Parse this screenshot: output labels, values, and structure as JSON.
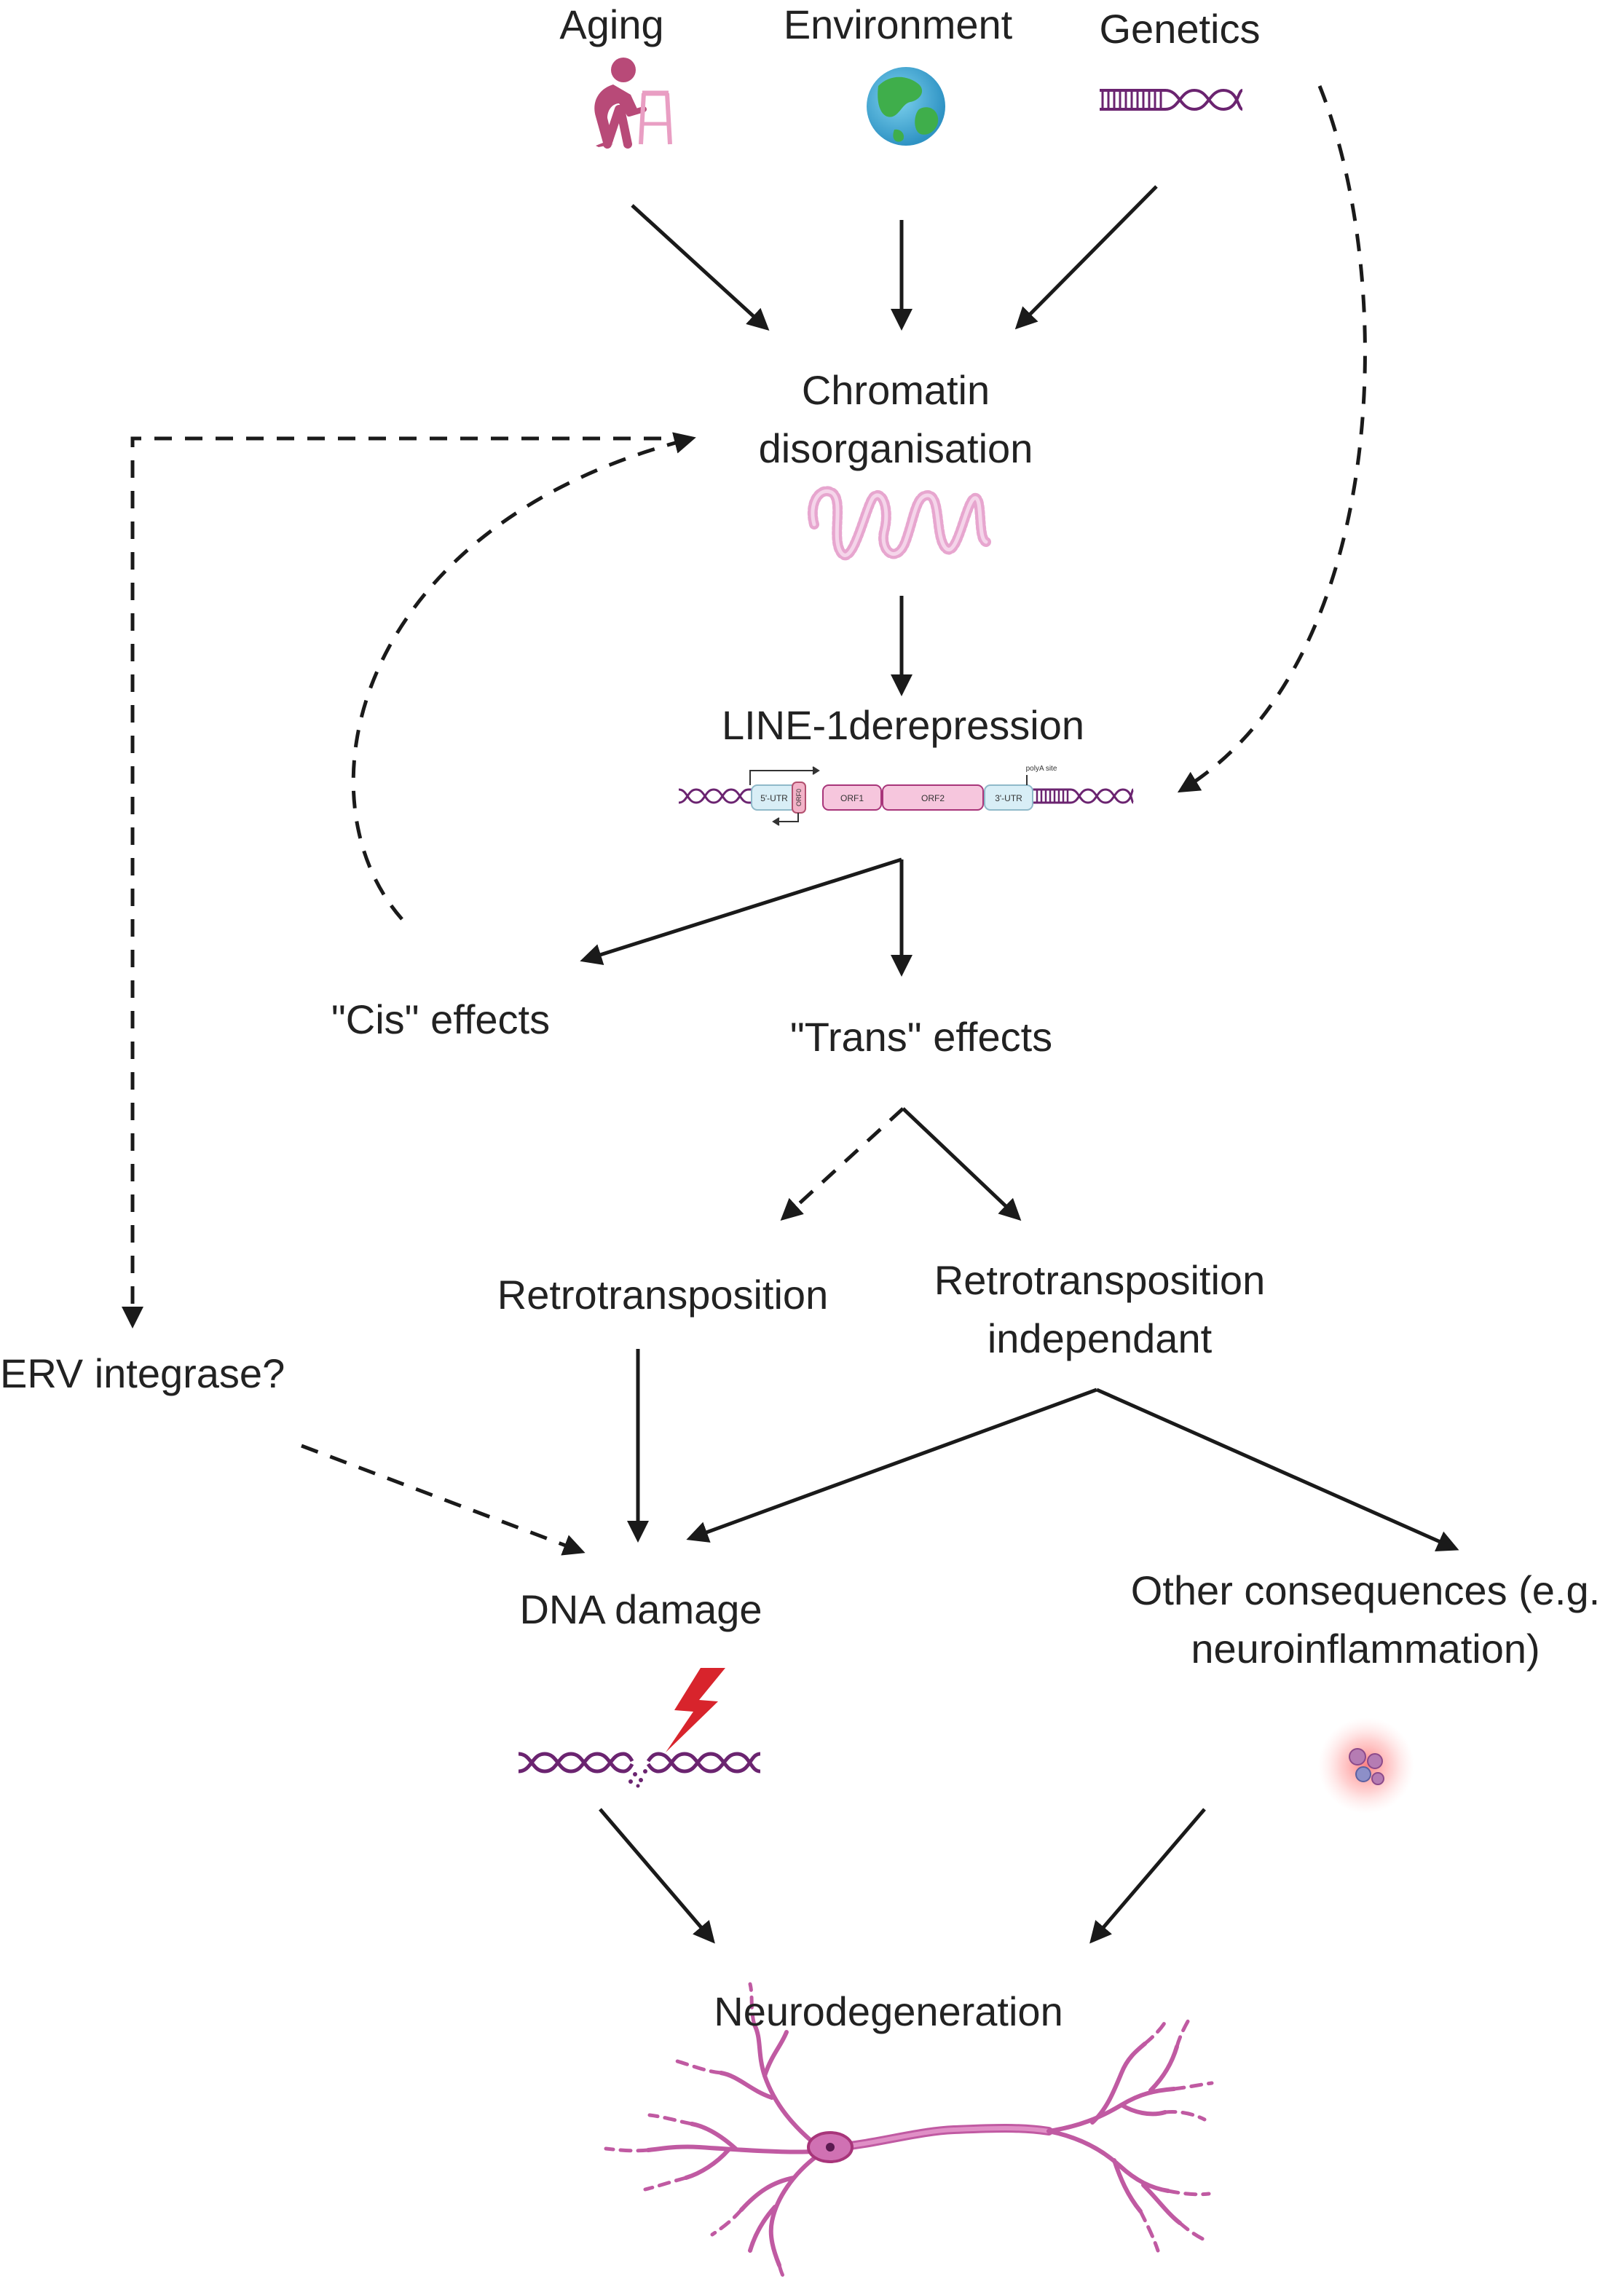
{
  "nodes": {
    "aging": {
      "label": "Aging"
    },
    "environment": {
      "label": "Environment"
    },
    "genetics": {
      "label": "Genetics"
    },
    "chromatin": {
      "line1": "Chromatin",
      "line2": "disorganisation"
    },
    "line1": {
      "label": "LINE-1derepression"
    },
    "cis": {
      "label": "\"Cis\" effects"
    },
    "trans": {
      "label": "\"Trans\" effects"
    },
    "retro": {
      "label": "Retrotransposition"
    },
    "retro_indep": {
      "line1": "Retrotransposition",
      "line2": "independant"
    },
    "erv": {
      "label": "ERV integrase?"
    },
    "dna_damage": {
      "label": "DNA damage"
    },
    "other": {
      "line1": "Other consequences (e.g.",
      "line2": "neuroinflammation)"
    },
    "neuro": {
      "label": "Neurodegeneration"
    }
  },
  "line1_element": {
    "utr5": "5'-UTR",
    "orf0": "ORF0",
    "orf1": "ORF1",
    "orf2": "ORF2",
    "utr3": "3'-UTR",
    "polya": "polyA site"
  },
  "icons": [
    "elderly-person-icon",
    "globe-icon",
    "dna-icon",
    "chromatin-fiber-icon",
    "line1-element-icon",
    "dna-damage-icon",
    "inflamed-cells-icon",
    "neuron-icon"
  ],
  "colors": {
    "arrow": "#1a1a1a",
    "magenta": "#a8357a",
    "pink": "#e3a3cf",
    "dna_purple": "#6b2470",
    "bolt_red": "#d8242c",
    "globe_green": "#3fae4b",
    "globe_blue": "#43b3d8"
  }
}
